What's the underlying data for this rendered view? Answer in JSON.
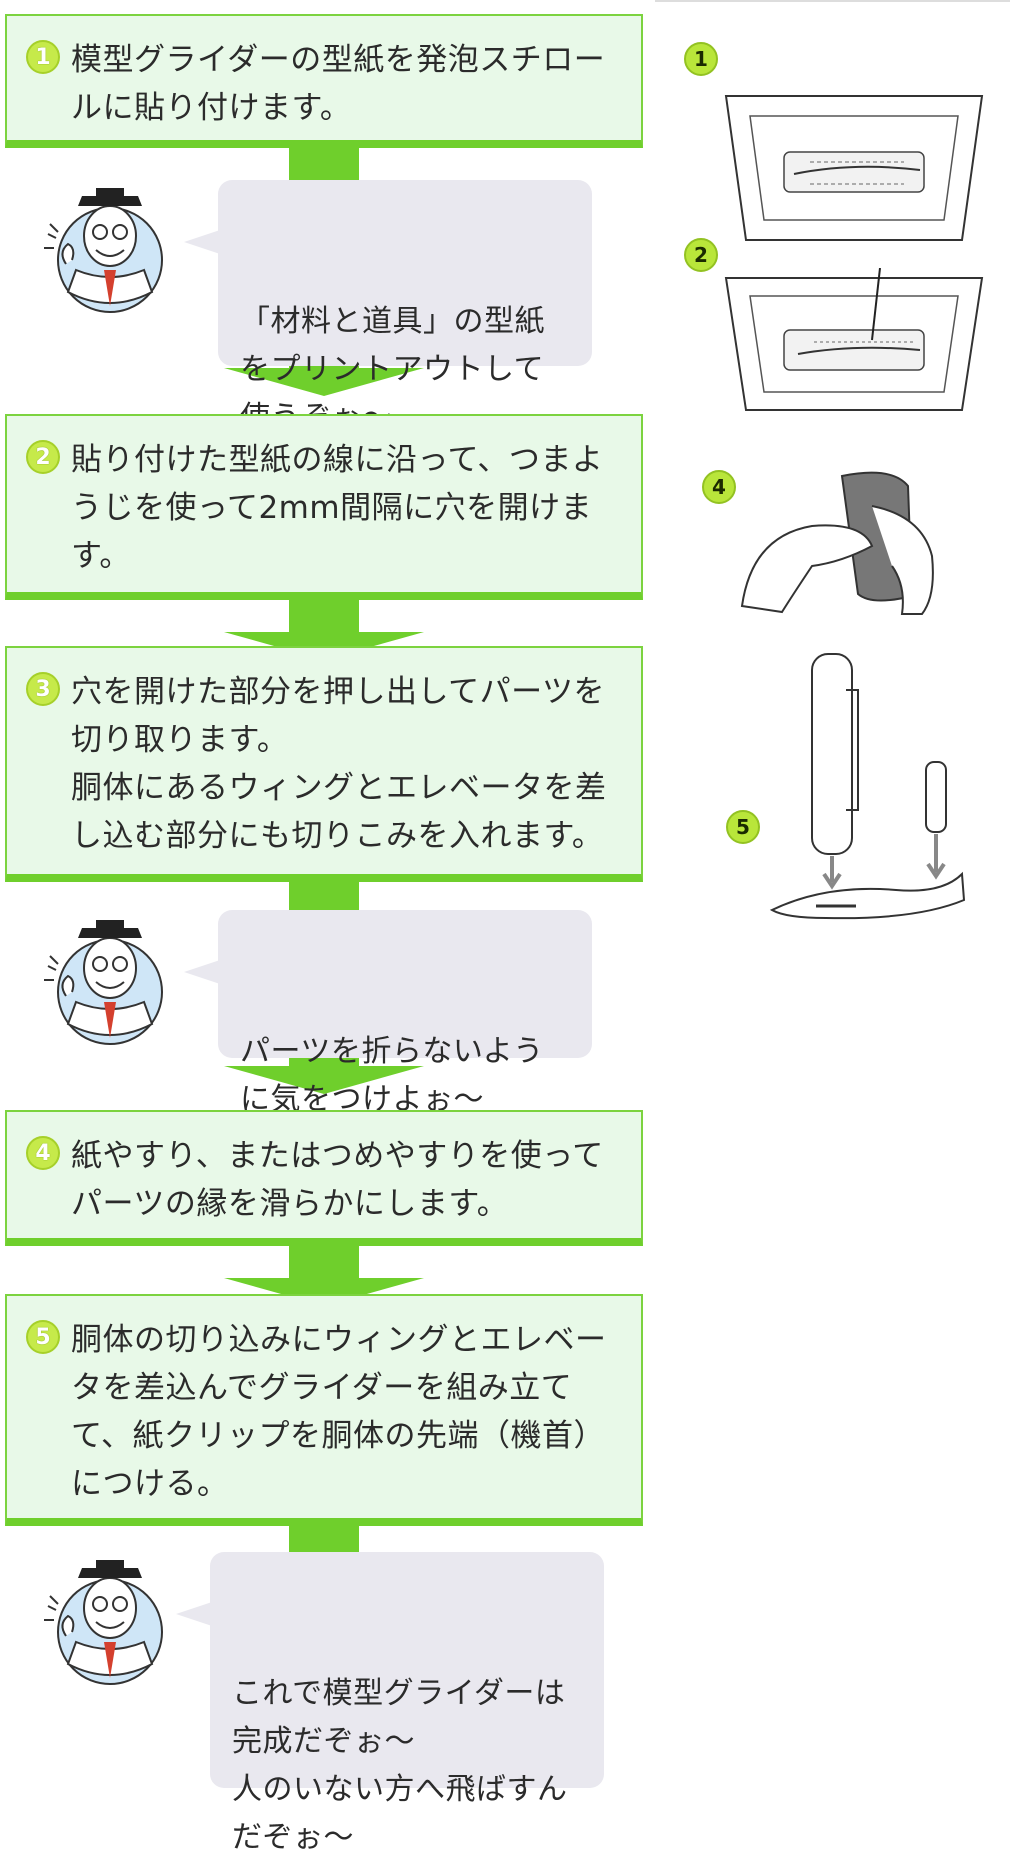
{
  "steps": [
    {
      "num": "1",
      "text": "模型グライダーの型紙を発泡スチロー\nルに貼り付けます。"
    },
    {
      "num": "2",
      "text": "貼り付けた型紙の線に沿って、つまよ\nうじを使って2mm間隔に穴を開けま\nす。"
    },
    {
      "num": "3",
      "text": "穴を開けた部分を押し出してパーツを\n切り取ります。\n胴体にあるウィングとエレベータを差\nし込む部分にも切りこみを入れます。"
    },
    {
      "num": "4",
      "text": "紙やすり、またはつめやすりを使って\nパーツの縁を滑らかにします。"
    },
    {
      "num": "5",
      "text": "胴体の切り込みにウィングとエレベー\nタを差込んでグライダーを組み立て\nて、紙クリップを胴体の先端（機首）\nにつける。"
    }
  ],
  "bubbles": [
    {
      "text": "「材料と道具」の型紙\nをプリントアウトして\n使うぞぉ～"
    },
    {
      "text": "パーツを折らないよう\nに気をつけよぉ～"
    },
    {
      "text": "これで模型グライダーは\n完成だぞぉ～\n人のいない方へ飛ばすん\nだぞぉ～"
    }
  ],
  "illustrations": [
    {
      "num": "1"
    },
    {
      "num": "2"
    },
    {
      "num": "4"
    },
    {
      "num": "5"
    }
  ],
  "colors": {
    "box_fill": "#e8f9e8",
    "box_border": "#6fcf2c",
    "bubble_fill": "#e9e8ef"
  }
}
